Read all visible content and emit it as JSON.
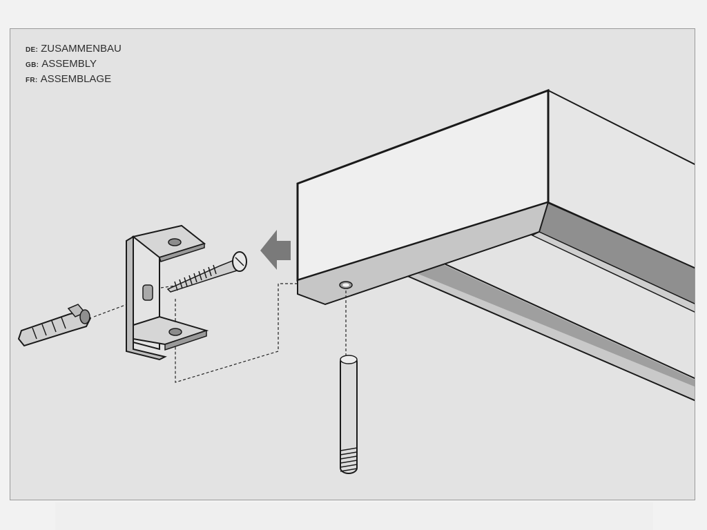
{
  "labels": [
    {
      "code": "DE:",
      "text": "ZUSAMMENBAU"
    },
    {
      "code": "GB:",
      "text": "ASSEMBLY"
    },
    {
      "code": "FR:",
      "text": "ASSEMBLAGE"
    }
  ],
  "colors": {
    "background": "#e3e3e3",
    "rail_front": "#ececec",
    "rail_shadow": "#bdbdbd",
    "bracket": "#d8d8d8",
    "outline": "#1a1a1a",
    "arrow": "#7a7a7a"
  },
  "icons": [
    "direction-arrow-icon"
  ]
}
